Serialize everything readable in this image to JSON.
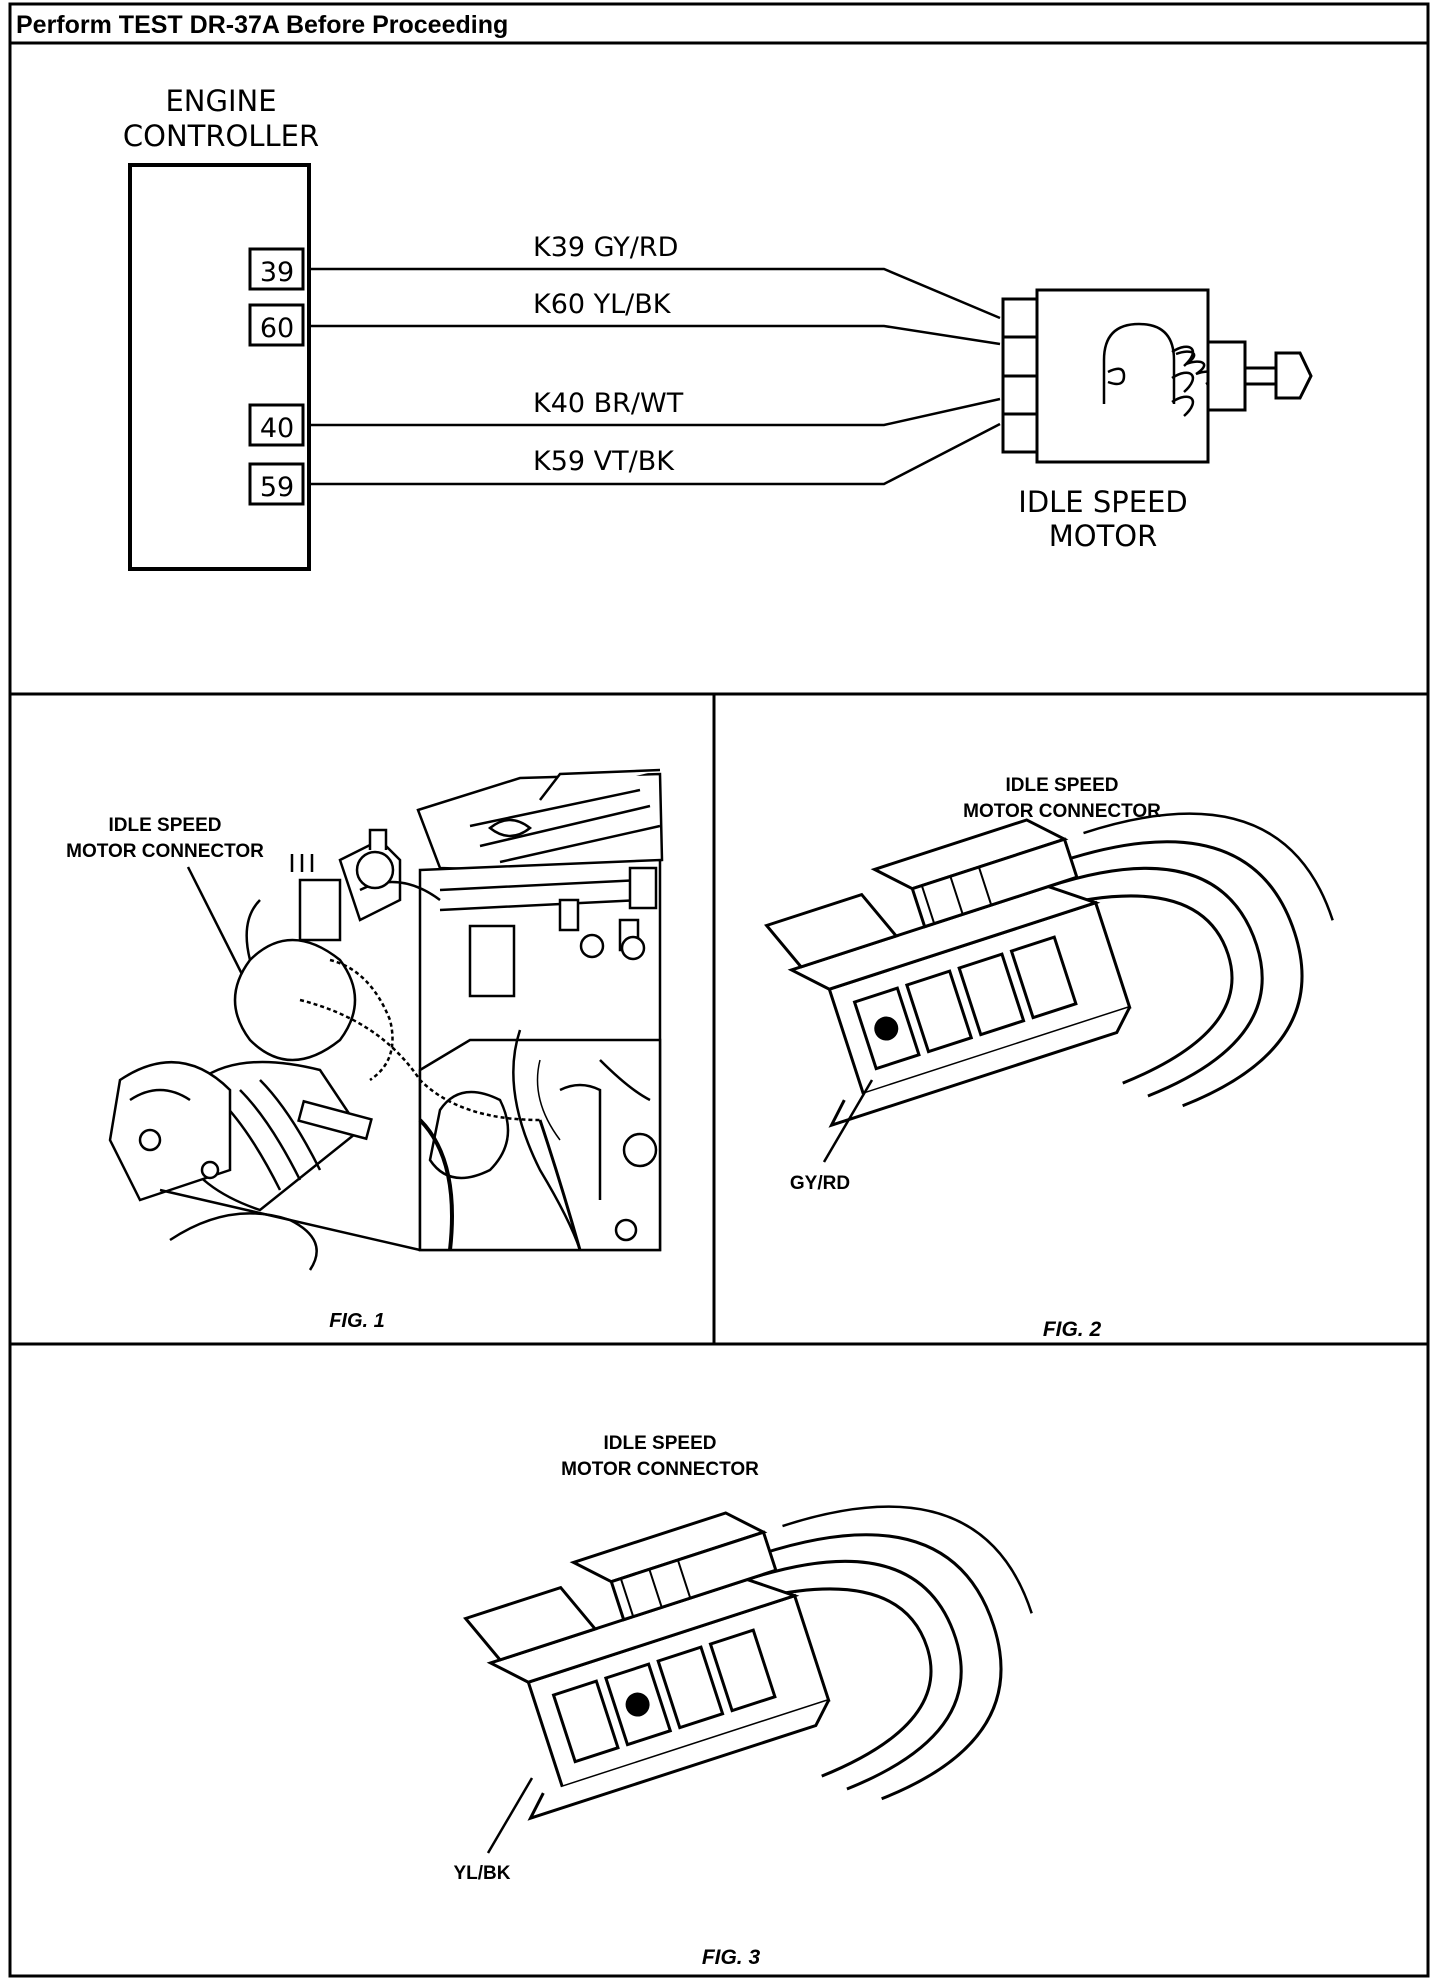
{
  "header": {
    "text": "Perform TEST DR-37A Before Proceeding"
  },
  "schematic": {
    "controller": {
      "label_line1": "ENGINE",
      "label_line2": "CONTROLLER"
    },
    "pins": [
      "39",
      "60",
      "40",
      "59"
    ],
    "wires": [
      "K39  GY/RD",
      "K60  YL/BK",
      "K40  BR/WT",
      "K59  VT/BK"
    ],
    "motor": {
      "label_line1": "IDLE  SPEED",
      "label_line2": "MOTOR"
    }
  },
  "fig1": {
    "callout_line1": "IDLE SPEED",
    "callout_line2": "MOTOR CONNECTOR",
    "caption": "FIG. 1"
  },
  "fig2": {
    "callout_line1": "IDLE SPEED",
    "callout_line2": "MOTOR CONNECTOR",
    "pin_label": "GY/RD",
    "caption": "FIG. 2"
  },
  "fig3": {
    "callout_line1": "IDLE SPEED",
    "callout_line2": "MOTOR CONNECTOR",
    "pin_label": "YL/BK",
    "caption": "FIG. 3"
  }
}
